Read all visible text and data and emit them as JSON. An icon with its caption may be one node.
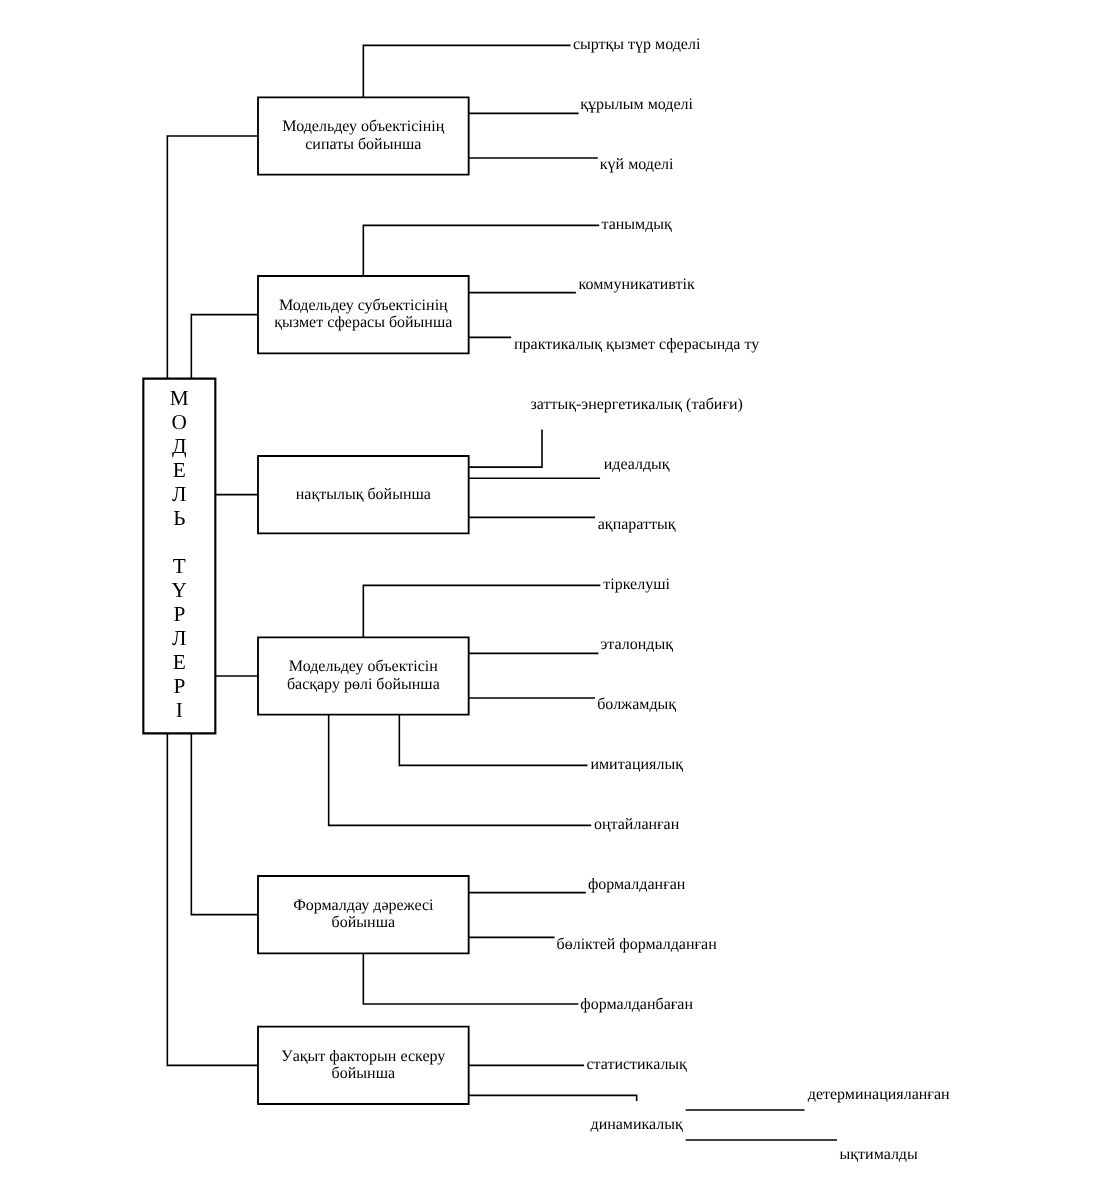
{
  "diagram": {
    "nodes": [
      {
        "text": [
          "МОДЕЛЬ ТҮРЛЕРІ"
        ]
      },
      {
        "text": [
          "Модельдеу объектісінің сипаты бойынша"
        ]
      },
      {
        "text": [
          "сыртқы түр моделі"
        ]
      },
      {
        "text": [
          "құрылым моделі"
        ]
      },
      {
        "text": [
          "күй моделі"
        ]
      },
      {
        "text": [
          "Модельдеу субъектісінің қызмет сферасы бойынша"
        ]
      },
      {
        "text": [
          "танымдық"
        ]
      },
      {
        "text": [
          "коммуникативтік"
        ]
      },
      {
        "text": [
          "практикалық қызмет сферасында ту"
        ]
      },
      {
        "text": [
          "нақтылық бойынша"
        ]
      },
      {
        "text": [
          "заттық-энергетикалық (табиғи)"
        ]
      },
      {
        "text": [
          "идеалдық"
        ]
      },
      {
        "text": [
          "ақпараттық"
        ]
      },
      {
        "text": [
          "Модельдеу объектісін басқару рөлі бойынша"
        ]
      },
      {
        "text": [
          "тіркелуші"
        ]
      },
      {
        "text": [
          "эталондық"
        ]
      },
      {
        "text": [
          "болжамдық"
        ]
      },
      {
        "text": [
          "имитациялық"
        ]
      },
      {
        "text": [
          "оңтайланған"
        ]
      },
      {
        "text": [
          "Формалдау дәрежесі бойынша"
        ]
      },
      {
        "text": [
          "формалданған"
        ]
      },
      {
        "text": [
          "бөліктей формалданған"
        ]
      },
      {
        "text": [
          "формалданбаған"
        ]
      },
      {
        "text": [
          "Уақыт факторын ескеру бойынша"
        ]
      },
      {
        "text": [
          "статистикалық"
        ]
      },
      {
        "text": [
          "динамикалық"
        ]
      },
      {
        "text": [
          "детерминацияланған"
        ]
      },
      {
        "text": [
          "ықтималды"
        ]
      }
    ],
    "edges": [
      {
        "from": 0,
        "to": 1,
        "arrow": "none"
      },
      {
        "from": 0,
        "to": 5,
        "arrow": "none"
      },
      {
        "from": 0,
        "to": 9,
        "arrow": "none"
      },
      {
        "from": 0,
        "to": 13,
        "arrow": "none"
      },
      {
        "from": 0,
        "to": 19,
        "arrow": "none"
      },
      {
        "from": 0,
        "to": 23,
        "arrow": "none"
      },
      {
        "from": 1,
        "to": 2,
        "arrow": "none"
      },
      {
        "from": 1,
        "to": 3,
        "arrow": "none"
      },
      {
        "from": 1,
        "to": 4,
        "arrow": "none"
      },
      {
        "from": 5,
        "to": 6,
        "arrow": "none"
      },
      {
        "from": 5,
        "to": 7,
        "arrow": "none"
      },
      {
        "from": 5,
        "to": 8,
        "arrow": "none"
      },
      {
        "from": 9,
        "to": 10,
        "arrow": "none"
      },
      {
        "from": 9,
        "to": 11,
        "arrow": "none"
      },
      {
        "from": 9,
        "to": 12,
        "arrow": "none"
      },
      {
        "from": 13,
        "to": 14,
        "arrow": "none"
      },
      {
        "from": 13,
        "to": 15,
        "arrow": "none"
      },
      {
        "from": 13,
        "to": 16,
        "arrow": "none"
      },
      {
        "from": 13,
        "to": 17,
        "arrow": "none"
      },
      {
        "from": 13,
        "to": 18,
        "arrow": "none"
      },
      {
        "from": 19,
        "to": 20,
        "arrow": "none"
      },
      {
        "from": 19,
        "to": 21,
        "arrow": "none"
      },
      {
        "from": 19,
        "to": 22,
        "arrow": "none"
      },
      {
        "from": 23,
        "to": 24,
        "arrow": "none"
      },
      {
        "from": 23,
        "to": 25,
        "arrow": "none"
      },
      {
        "from": 25,
        "to": 26,
        "arrow": "none"
      },
      {
        "from": 25,
        "to": 27,
        "arrow": "none"
      }
    ]
  }
}
